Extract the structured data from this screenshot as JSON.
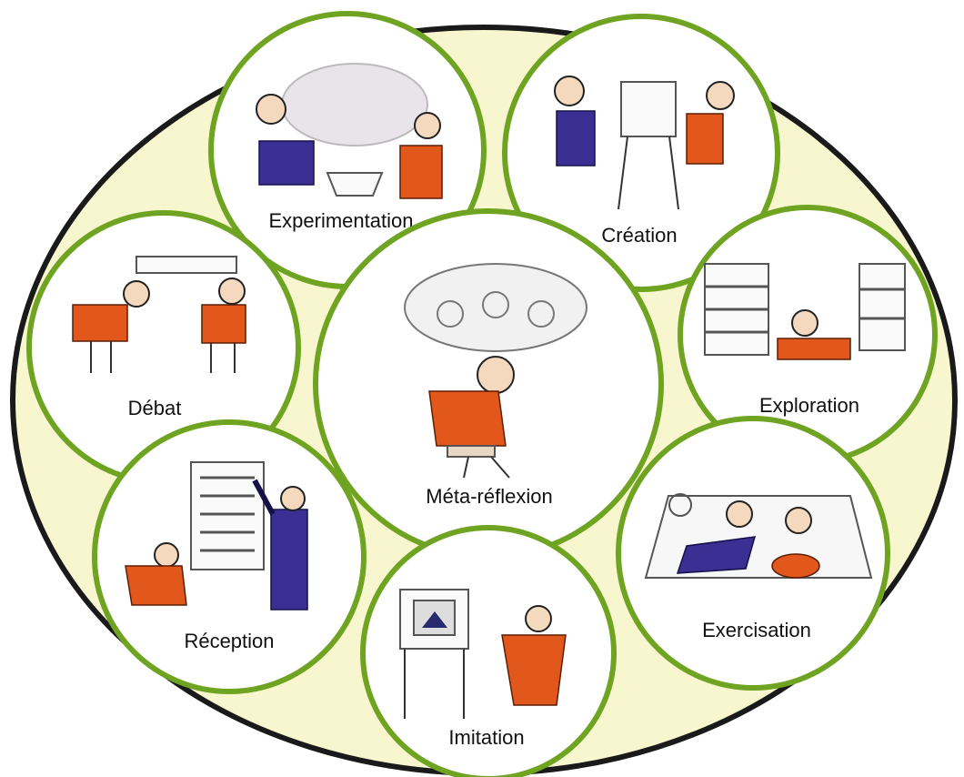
{
  "diagram": {
    "colors": {
      "outer_fill": "#f8f6cf",
      "outer_stroke": "#1a1a1a",
      "circle_stroke": "#6fa322",
      "circle_fill": "#ffffff"
    },
    "center": {
      "label": "Méta-réflexion",
      "icon": "thinking-person-illustration"
    },
    "stations": [
      {
        "label": "Experimentation",
        "icon": "experiment-illustration"
      },
      {
        "label": "Création",
        "icon": "easel-painter-illustration"
      },
      {
        "label": "Exploration",
        "icon": "books-reader-illustration"
      },
      {
        "label": "Exercisation",
        "icon": "exercise-desk-illustration"
      },
      {
        "label": "Imitation",
        "icon": "imitation-illustration"
      },
      {
        "label": "Réception",
        "icon": "lecture-illustration"
      },
      {
        "label": "Débat",
        "icon": "debate-illustration"
      }
    ]
  }
}
